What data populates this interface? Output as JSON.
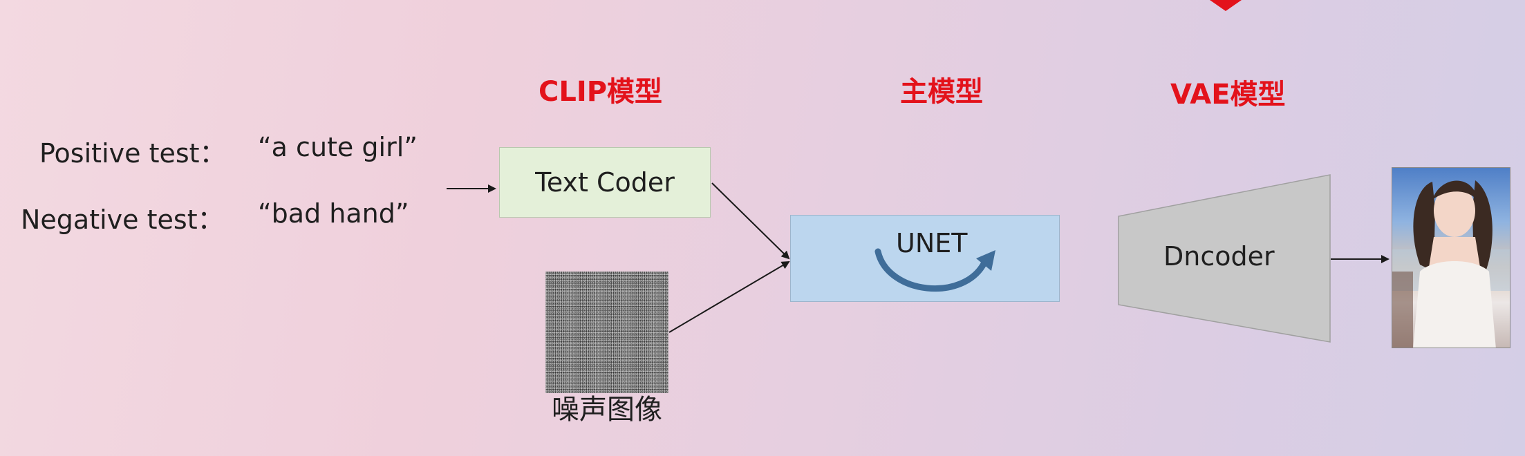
{
  "headings": {
    "clip": "CLIP模型",
    "main": "主模型",
    "vae": "VAE模型"
  },
  "prompts": {
    "positive_label": "Positive test：",
    "positive_value": "“a cute girl”",
    "negative_label": "Negative test：",
    "negative_value": "“bad hand”"
  },
  "blocks": {
    "text_coder": "Text Coder",
    "unet": "UNET",
    "decoder": "Dncoder",
    "noise_caption": "噪声图像"
  },
  "colors": {
    "heading_red": "#e3121b",
    "text_coder_fill": "#e4f0d9",
    "unet_fill": "#bcd6ee",
    "decoder_fill": "#c8c8c8",
    "unet_arrow": "#3f6d99"
  },
  "icons": {
    "noise_image": "noise-texture",
    "output_image": "portrait-photo"
  }
}
